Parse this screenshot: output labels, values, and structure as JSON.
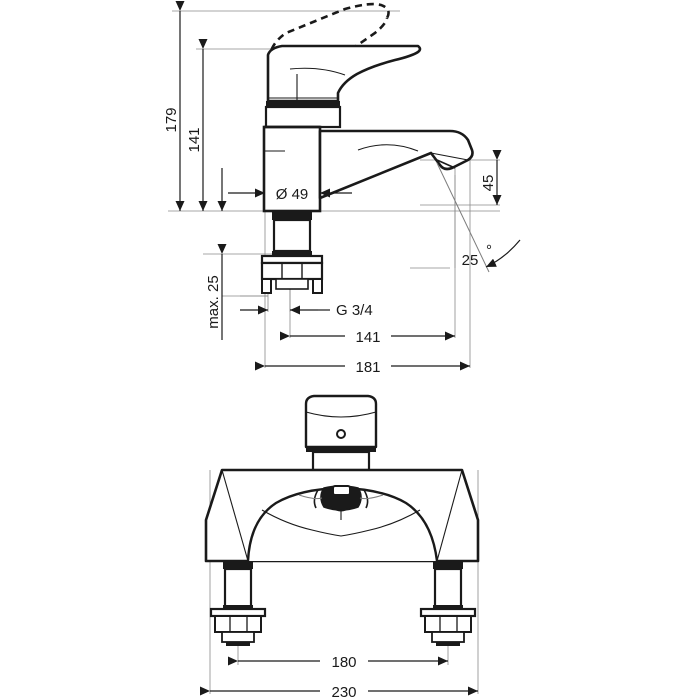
{
  "document": {
    "type": "technical-dimension-drawing",
    "subject": "Bath / basin mixer tap — side elevation and front elevation",
    "units": "mm",
    "line_color": "#1a1a1a",
    "thin_line_color": "#7d7d7d",
    "background_color": "#ffffff"
  },
  "views": {
    "side": {
      "name": "side-elevation-view"
    },
    "front": {
      "name": "front-elevation-view"
    }
  },
  "dimensions": {
    "height_overall": {
      "label": "179",
      "orientation": "vertical",
      "view": "side"
    },
    "height_spout": {
      "label": "141",
      "orientation": "vertical",
      "view": "side"
    },
    "body_diameter": {
      "label": "Ø 49",
      "orientation": "horizontal",
      "view": "side"
    },
    "spout_drop": {
      "label": "45",
      "orientation": "vertical",
      "view": "side"
    },
    "spout_angle": {
      "label": "25",
      "unit_symbol": "°",
      "orientation": "angular",
      "view": "side"
    },
    "mount_thickness_max": {
      "label": "max. 25",
      "orientation": "vertical",
      "view": "side"
    },
    "thread_size": {
      "label": "G 3/4",
      "orientation": "horizontal",
      "view": "side"
    },
    "spout_reach": {
      "label": "141",
      "orientation": "horizontal",
      "view": "side"
    },
    "overall_depth": {
      "label": "181",
      "orientation": "horizontal",
      "view": "side"
    },
    "hole_centres": {
      "label": "180",
      "orientation": "horizontal",
      "view": "front"
    },
    "overall_width": {
      "label": "230",
      "orientation": "horizontal",
      "view": "front"
    }
  }
}
